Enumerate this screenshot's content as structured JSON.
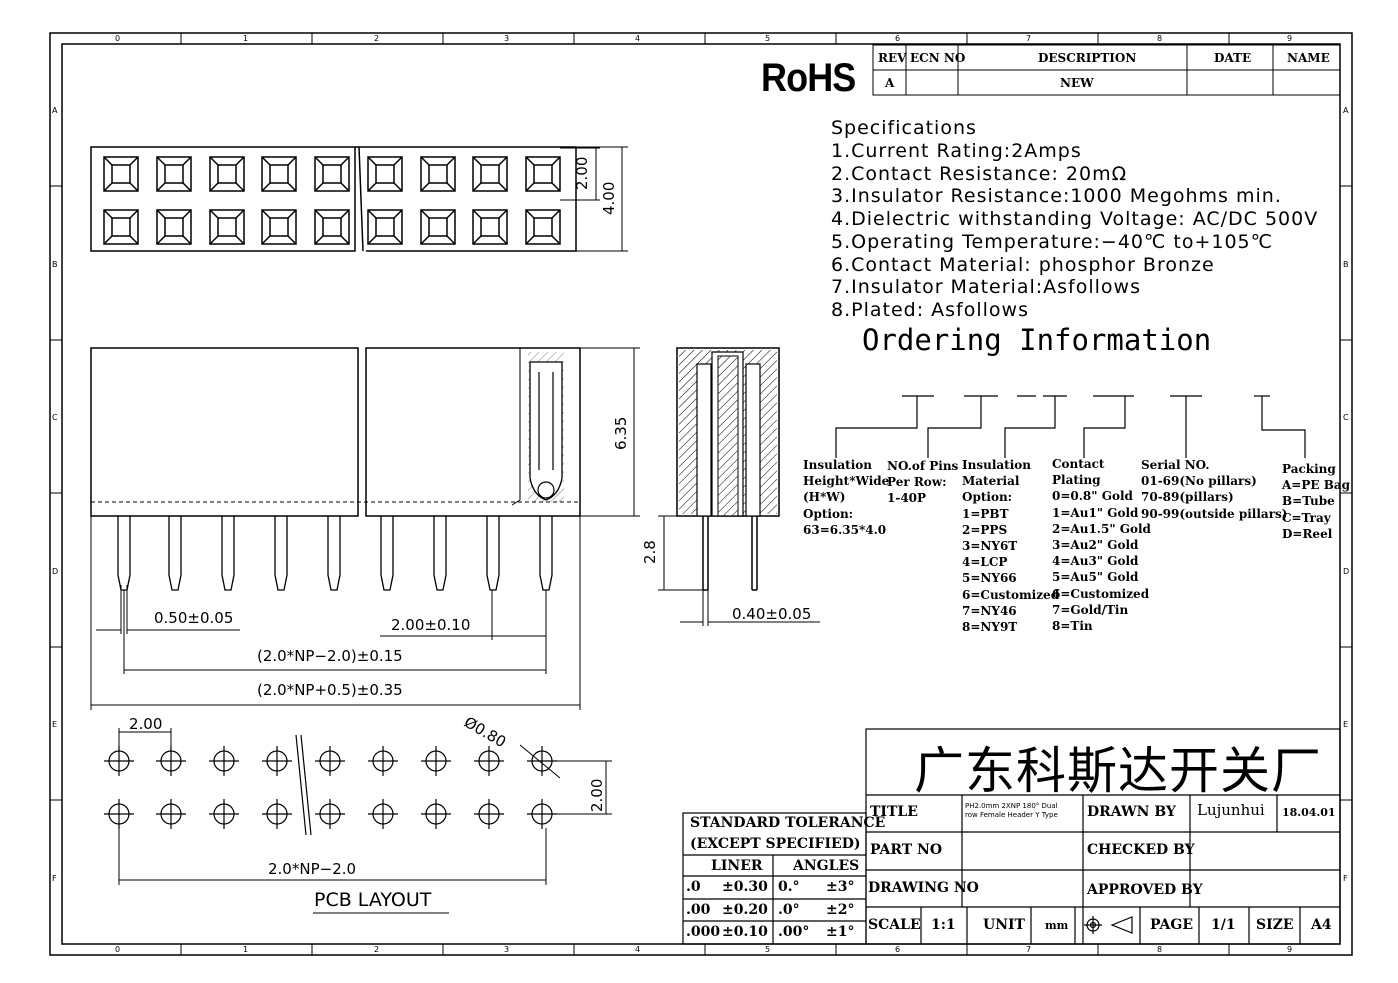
{
  "border": {
    "col_labels": [
      "0",
      "1",
      "2",
      "3",
      "4",
      "5",
      "6",
      "7",
      "8",
      "9"
    ],
    "row_labels": [
      "A",
      "B",
      "C",
      "D",
      "E",
      "F"
    ]
  },
  "rohs": "RoHS",
  "revision": {
    "headers": [
      "REV",
      "ECN NO",
      "DESCRIPTION",
      "DATE",
      "NAME"
    ],
    "row": [
      "A",
      "",
      "NEW",
      "",
      ""
    ]
  },
  "specifications": {
    "title": "Specifications",
    "items": [
      "1.Current  Rating:2Amps",
      "2.Contact  Resistance:  20mΩ",
      "3.Insulator  Resistance:1000  Megohms  min.",
      "4.Dielectric  withstanding  Voltage:  AC/DC  500V",
      "5.Operating  Temperature:−40℃  to+105℃",
      "6.Contact  Material:  phosphor  Bronze",
      "7.Insulator  Material:Asfollows",
      "8.Plated:  Asfollows"
    ]
  },
  "ordering": {
    "title": "Ordering Information",
    "groups": [
      {
        "lines": [
          "Insulation",
          "Height*Wide",
          "(H*W)",
          "Option:",
          "63=6.35*4.0"
        ]
      },
      {
        "lines": [
          "NO.of Pins",
          "Per Row:",
          "1-40P"
        ]
      },
      {
        "lines": [
          "Insulation",
          "Material",
          "Option:",
          "1=PBT",
          "2=PPS",
          "3=NY6T",
          "4=LCP",
          "5=NY66",
          "6=Customized",
          "7=NY46",
          "8=NY9T"
        ]
      },
      {
        "lines": [
          "Contact",
          "Plating",
          "0=0.8\" Gold",
          "1=Au1\" Gold",
          "2=Au1.5\" Gold",
          "3=Au2\" Gold",
          "4=Au3\" Gold",
          "5=Au5\" Gold",
          "6=Customized",
          "7=Gold/Tin",
          "8=Tin"
        ]
      },
      {
        "lines": [
          "Serial NO.",
          "01-69(No pillars)",
          "70-89(pillars)",
          "90-99(outside pillars)"
        ]
      },
      {
        "lines": [
          "Packing",
          "A=PE Bag",
          "B=Tube",
          "C=Tray",
          "D=Reel"
        ]
      }
    ]
  },
  "dimensions": {
    "top_pitch": "2.00",
    "top_width": "4.00",
    "height": "6.35",
    "tail": "2.8",
    "pin_width": "0.50±0.05",
    "pitch_tol": "2.00±0.10",
    "span1": "(2.0*NP−2.0)±0.15",
    "span2": "(2.0*NP+0.5)±0.35",
    "side_pin": "0.40±0.05",
    "pcb_pitch": "2.00",
    "pcb_hole": "Ø0.80",
    "pcb_row": "2.00",
    "pcb_span": "2.0*NP−2.0",
    "pcb_label": "PCB  LAYOUT"
  },
  "company": "广东科斯达开关厂",
  "tolerance": {
    "title1": "STANDARD  TOLERANCE",
    "title2": "(EXCEPT   SPECIFIED)",
    "liner": "LINER",
    "angles": "ANGLES",
    "rows": [
      [
        ".0",
        "±0.30",
        "0.°",
        "±3°"
      ],
      [
        ".00",
        "±0.20",
        ".0°",
        "±2°"
      ],
      [
        ".000",
        "±0.10",
        ".00°",
        "±1°"
      ]
    ]
  },
  "titleblock": {
    "title_label": "TITLE",
    "title_value_1": "PH2.0mm  2XNP  180°  Dual",
    "title_value_2": "row  Female  Header  Y  Type",
    "drawn_label": "DRAWN BY",
    "drawn_value": "Lujunhui",
    "drawn_date": "18.04.01",
    "part_label": "PART NO",
    "checked_label": "CHECKED BY",
    "drawing_label": "DRAWING NO",
    "approved_label": "APPROVED BY",
    "scale_label": "SCALE",
    "scale_value": "1:1",
    "unit_label": "UNIT",
    "unit_value": "mm",
    "page_label": "PAGE",
    "page_value": "1/1",
    "size_label": "SIZE",
    "size_value": "A4"
  }
}
